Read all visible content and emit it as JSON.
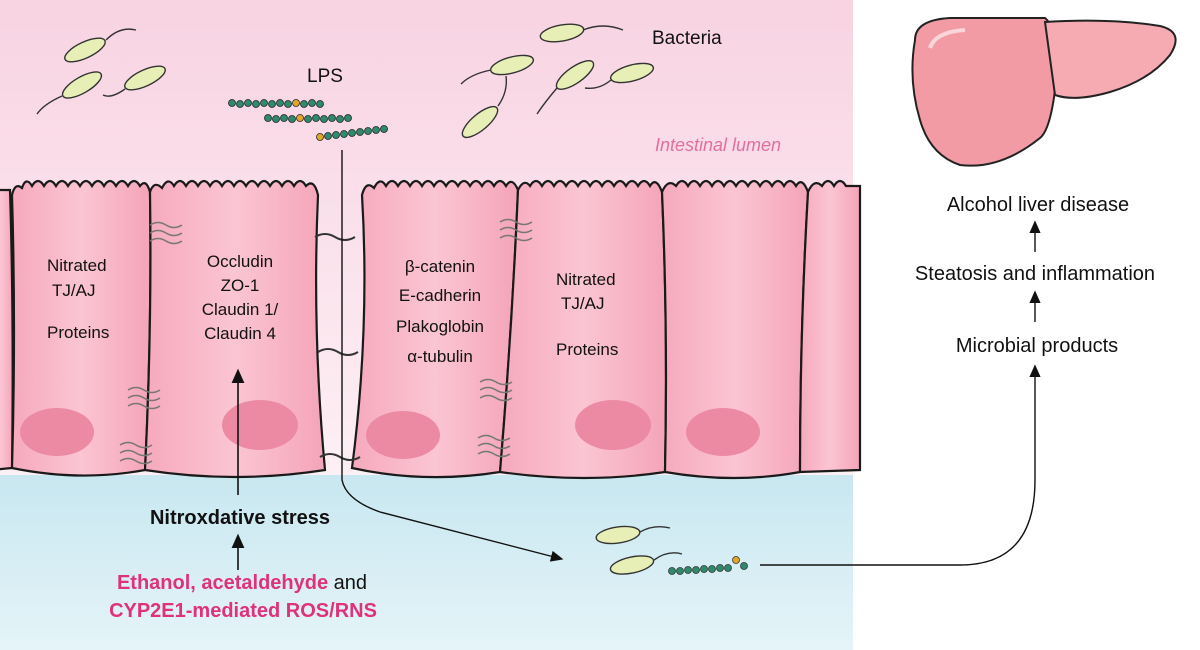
{
  "labels": {
    "bacteria": "Bacteria",
    "lps": "LPS",
    "lumen": "Intestinal lumen",
    "liver_disease": "Alcohol liver disease",
    "steatosis": "Steatosis and inflammation",
    "microbial": "Microbial products",
    "stress": "Nitroxdative stress",
    "cause_line1_bold": "Ethanol, acetaldehyde",
    "cause_line1_rest": " and",
    "cause_line2": "CYP2E1-mediated ROS/RNS"
  },
  "cells": {
    "cell1": [
      "Nitrated",
      "TJ/AJ",
      "",
      "Proteins"
    ],
    "cell2": [
      "Occludin",
      "ZO-1",
      "Claudin 1/",
      "Claudin 4"
    ],
    "cell3": [
      "β-catenin",
      "E-cadherin",
      "Plakoglobin",
      "α-tubulin"
    ],
    "cell4": [
      "Nitrated",
      "TJ/AJ",
      "",
      "Proteins"
    ]
  },
  "colors": {
    "lumen_bg": "#fbe3ee",
    "blood_bg": "#cfe9f1",
    "cell_fill": "#f7b6c6",
    "nucleus": "#ec8aa3",
    "cause_text": "#e0317b",
    "lumen_text": "#e36f9e",
    "liver": "#f29ba5"
  }
}
